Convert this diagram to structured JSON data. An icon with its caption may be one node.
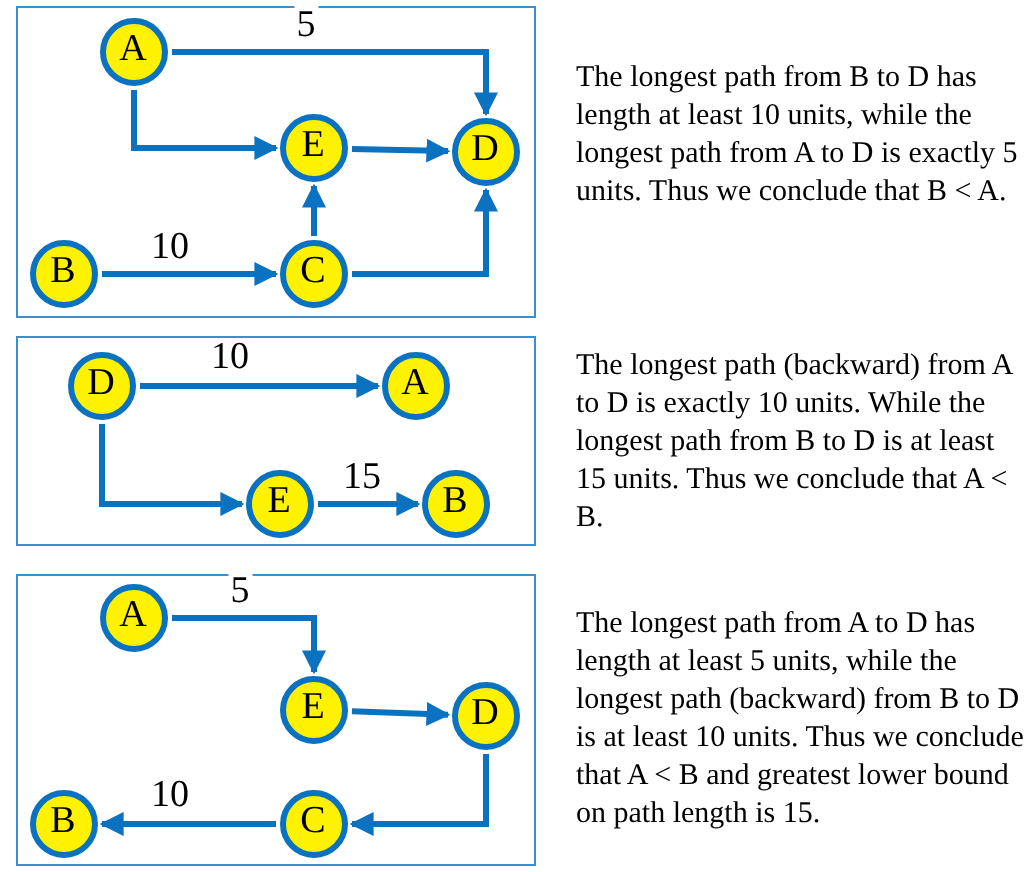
{
  "diagram": {
    "nodes": [
      {
        "text": [],
        "shape": "box",
        "beside": [
          "The longest path from B to D has length at least 10 units, while the longest path from A to D is exactly 5 units. Thus we conclude that B < A."
        ]
      },
      {
        "text": [
          "A"
        ],
        "in": 0
      },
      {
        "text": [
          "E"
        ],
        "in": 0
      },
      {
        "text": [
          "D"
        ],
        "in": 0
      },
      {
        "text": [
          "B"
        ],
        "in": 0
      },
      {
        "text": [
          "C"
        ],
        "in": 0
      },
      {
        "text": [],
        "shape": "box",
        "beside": [
          "The longest path (backward) from A to D is exactly 10 units. While the longest path from B to D is at least 15 units. Thus we conclude that A < B."
        ]
      },
      {
        "text": [
          "D"
        ],
        "in": 6
      },
      {
        "text": [
          "A"
        ],
        "in": 6
      },
      {
        "text": [
          "E"
        ],
        "in": 6
      },
      {
        "text": [
          "B"
        ],
        "in": 6
      },
      {
        "text": [],
        "shape": "box",
        "beside": [
          "The longest path from A to D has length at least 5 units, while the longest path (backward) from B to D is at least 10 units. Thus we conclude that A < B and greatest lower bound on path length is 15."
        ]
      },
      {
        "text": [
          "A"
        ],
        "in": 11
      },
      {
        "text": [
          "E"
        ],
        "in": 11
      },
      {
        "text": [
          "D"
        ],
        "in": 11
      },
      {
        "text": [
          "B"
        ],
        "in": 11
      },
      {
        "text": [
          "C"
        ],
        "in": 11
      }
    ],
    "edges": [
      {
        "from": 1,
        "to": 3,
        "arrow": "to",
        "label": "5"
      },
      {
        "from": 1,
        "to": 2,
        "arrow": "to"
      },
      {
        "from": 2,
        "to": 3,
        "arrow": "to"
      },
      {
        "from": 4,
        "to": 5,
        "arrow": "to",
        "label": "10"
      },
      {
        "from": 5,
        "to": 2,
        "arrow": "to"
      },
      {
        "from": 5,
        "to": 3,
        "arrow": "to"
      },
      {
        "from": 7,
        "to": 8,
        "arrow": "to",
        "label": "10"
      },
      {
        "from": 7,
        "to": 9,
        "arrow": "to"
      },
      {
        "from": 9,
        "to": 10,
        "arrow": "to",
        "label": "15"
      },
      {
        "from": 12,
        "to": 13,
        "arrow": "to",
        "label": "5"
      },
      {
        "from": 13,
        "to": 14,
        "arrow": "to"
      },
      {
        "from": 14,
        "to": 16,
        "arrow": "to"
      },
      {
        "from": 16,
        "to": 15,
        "arrow": "to",
        "label": "10"
      }
    ]
  }
}
